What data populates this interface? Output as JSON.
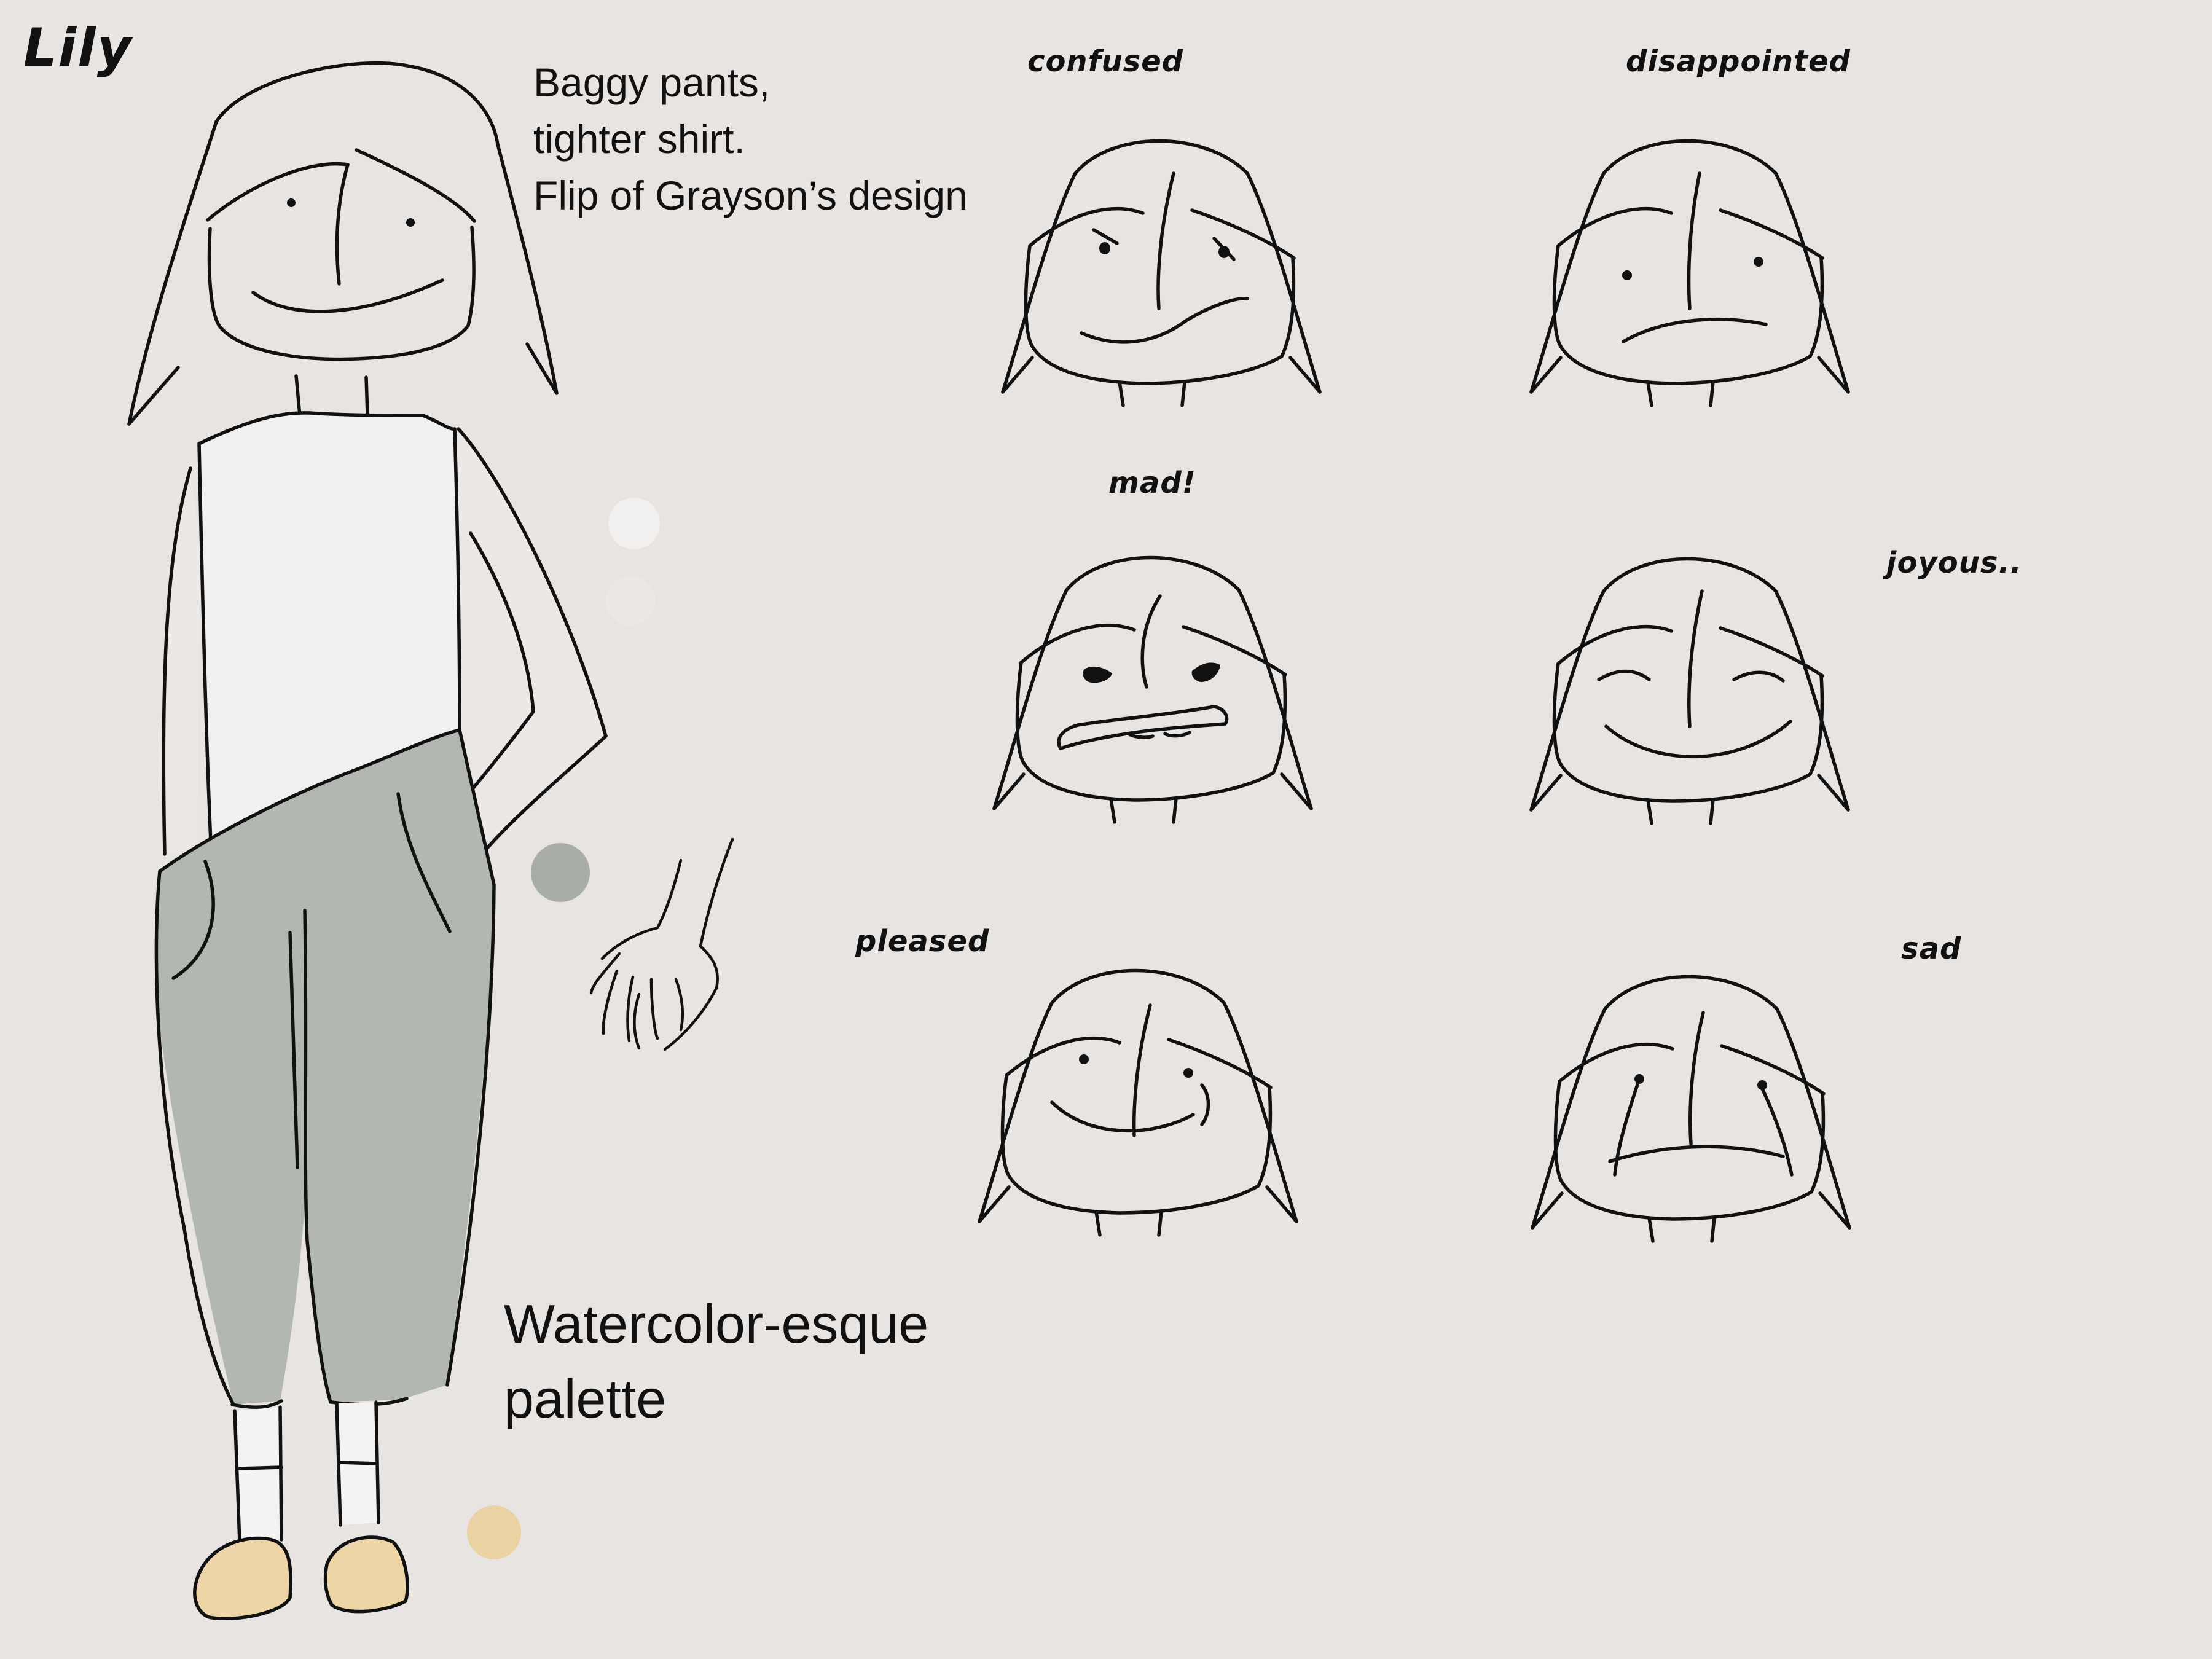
{
  "sheet": {
    "title": "Lily",
    "design_notes": [
      "Baggy pants,",
      "tighter shirt.",
      "Flip of Grayson’s design"
    ],
    "palette_note": [
      "Watercolor-esque",
      "palette"
    ]
  },
  "expressions": [
    {
      "label": "confused"
    },
    {
      "label": "disappointed"
    },
    {
      "label": "mad!"
    },
    {
      "label": "joyous.."
    },
    {
      "label": "pleased"
    },
    {
      "label": "sad"
    }
  ],
  "palette": {
    "background": "#e7e4e2",
    "swatches": [
      "#f2f0ef",
      "#ebe8e6",
      "#a9ada7",
      "#ead2a3"
    ],
    "shirt": "#f2f0ef",
    "skin": "#ebe8e6",
    "pants": "#b3b7b1",
    "shoes": "#eed5a5",
    "socks": "#f4f3f2",
    "ink": "#111111"
  }
}
